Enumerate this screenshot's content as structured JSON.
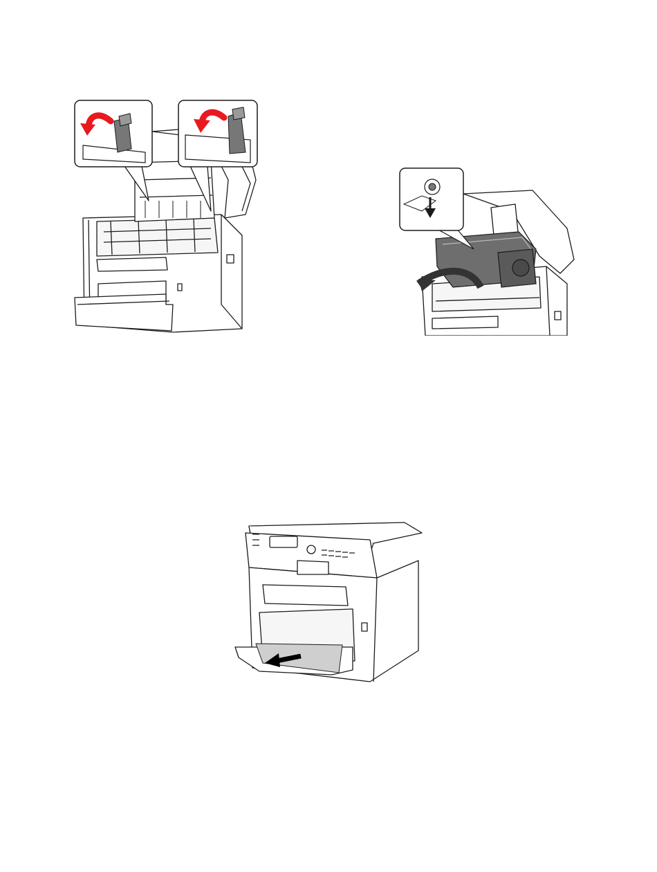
{
  "page": {
    "background": "#ffffff"
  },
  "figures": [
    {
      "icon": "printer-fuser-levers-illustration",
      "arrow_color": "#e8191f"
    },
    {
      "icon": "printer-drum-cartridge-install-illustration",
      "arrow_color": "#333333"
    },
    {
      "icon": "printer-remove-jammed-paper-illustration",
      "arrow_color": "#000000"
    }
  ],
  "colors": {
    "line": "#1a1a1a",
    "accent_red": "#e8191f",
    "cartridge_gray": "#6e6e6e",
    "lever_gray": "#777777",
    "paper_gray": "#cfcfcf"
  }
}
